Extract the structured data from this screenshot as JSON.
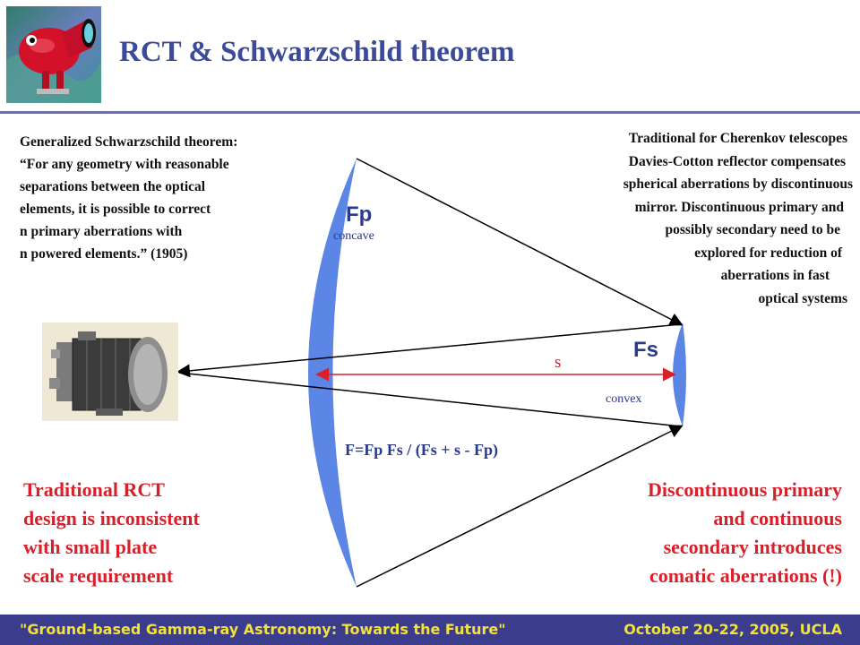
{
  "header": {
    "title": "RCT & Schwarzschild theorem"
  },
  "left_text": {
    "lines": [
      "Generalized Schwarzschild theorem:",
      "“For any geometry with reasonable",
      "separations between the optical",
      "elements, it is possible to correct",
      "n primary aberrations with",
      "n powered elements.”   (1905)"
    ]
  },
  "right_text": {
    "lines": [
      "Traditional for Cherenkov telescopes",
      "Davies-Cotton reflector compensates",
      "spherical aberrations by discontinuous",
      "mirror.  Discontinuous primary and",
      "possibly secondary need to be",
      "explored for reduction of",
      "aberrations in fast",
      "optical systems"
    ]
  },
  "diagram": {
    "primary_label": "Fp",
    "primary_type": "concave",
    "secondary_label": "Fs",
    "secondary_type": "convex",
    "separation_label": "s",
    "formula": "F=Fp Fs / (Fs + s - Fp)",
    "mirror_color": "#5b86e5",
    "arrow_color": "#d81f2a"
  },
  "bottom_left": {
    "lines": [
      "Traditional RCT",
      "design is inconsistent",
      "with small plate",
      "scale requirement"
    ]
  },
  "bottom_right": {
    "lines": [
      "Discontinuous primary",
      "and continuous",
      "secondary introduces",
      "comatic aberrations (!)"
    ]
  },
  "footer": {
    "left": "\"Ground-based Gamma-ray Astronomy: Towards the Future\"",
    "right": "October 20-22, 2005, UCLA"
  },
  "icons": {
    "logo": "telescope-mascot-icon",
    "camera": "camera-photo-icon"
  }
}
